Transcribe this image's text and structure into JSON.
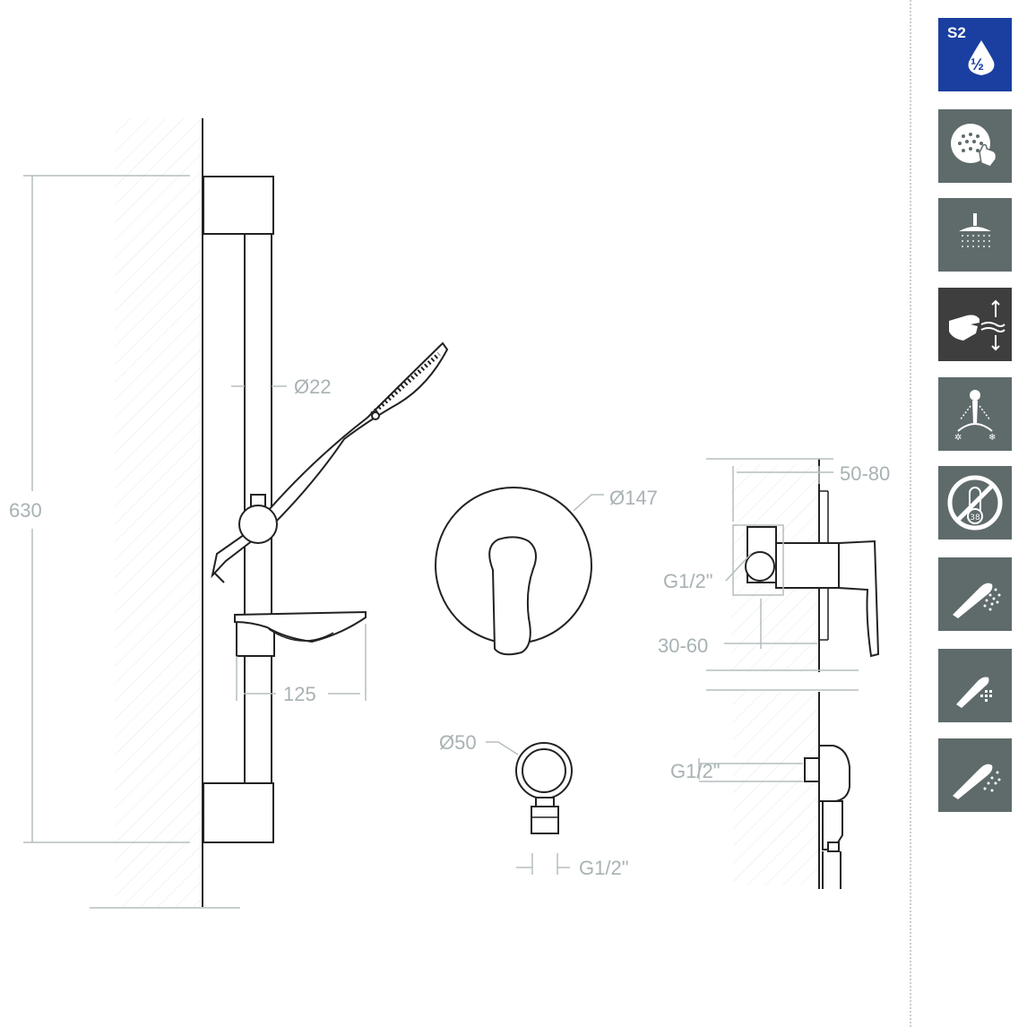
{
  "dimensions": {
    "height": "630",
    "bar_diameter": "Ø22",
    "soap_dish_width": "125",
    "escutcheon_diameter": "Ø147",
    "outlet_diameter": "Ø50",
    "outlet_thread": "G1/2\"",
    "wall_depth_upper": "50-80",
    "inlet_thread_upper": "G1/2\"",
    "wall_depth_lower": "30-60",
    "inlet_thread_lower": "G1/2\""
  },
  "sidebar": {
    "badge": {
      "top": "S2",
      "bottom": "½",
      "color": "#1a3fa0"
    },
    "tiles": [
      {
        "icon": "anti-limescale-spray-face-icon",
        "color": "#5f6a6b"
      },
      {
        "icon": "overhead-shower-icon",
        "color": "#5f6a6b"
      },
      {
        "icon": "hand-flow-control-icon",
        "color": "#3e3e3e"
      },
      {
        "icon": "temperature-lever-icon",
        "color": "#5f6a6b"
      },
      {
        "icon": "thermostat-off-icon",
        "color": "#5f6a6b",
        "label": "38"
      },
      {
        "icon": "hand-shower-multi-jet-icon",
        "color": "#5f6a6b"
      },
      {
        "icon": "hand-shower-single-jet-icon",
        "color": "#5f6a6b"
      },
      {
        "icon": "hand-shower-rain-jet-icon",
        "color": "#5f6a6b"
      }
    ]
  }
}
